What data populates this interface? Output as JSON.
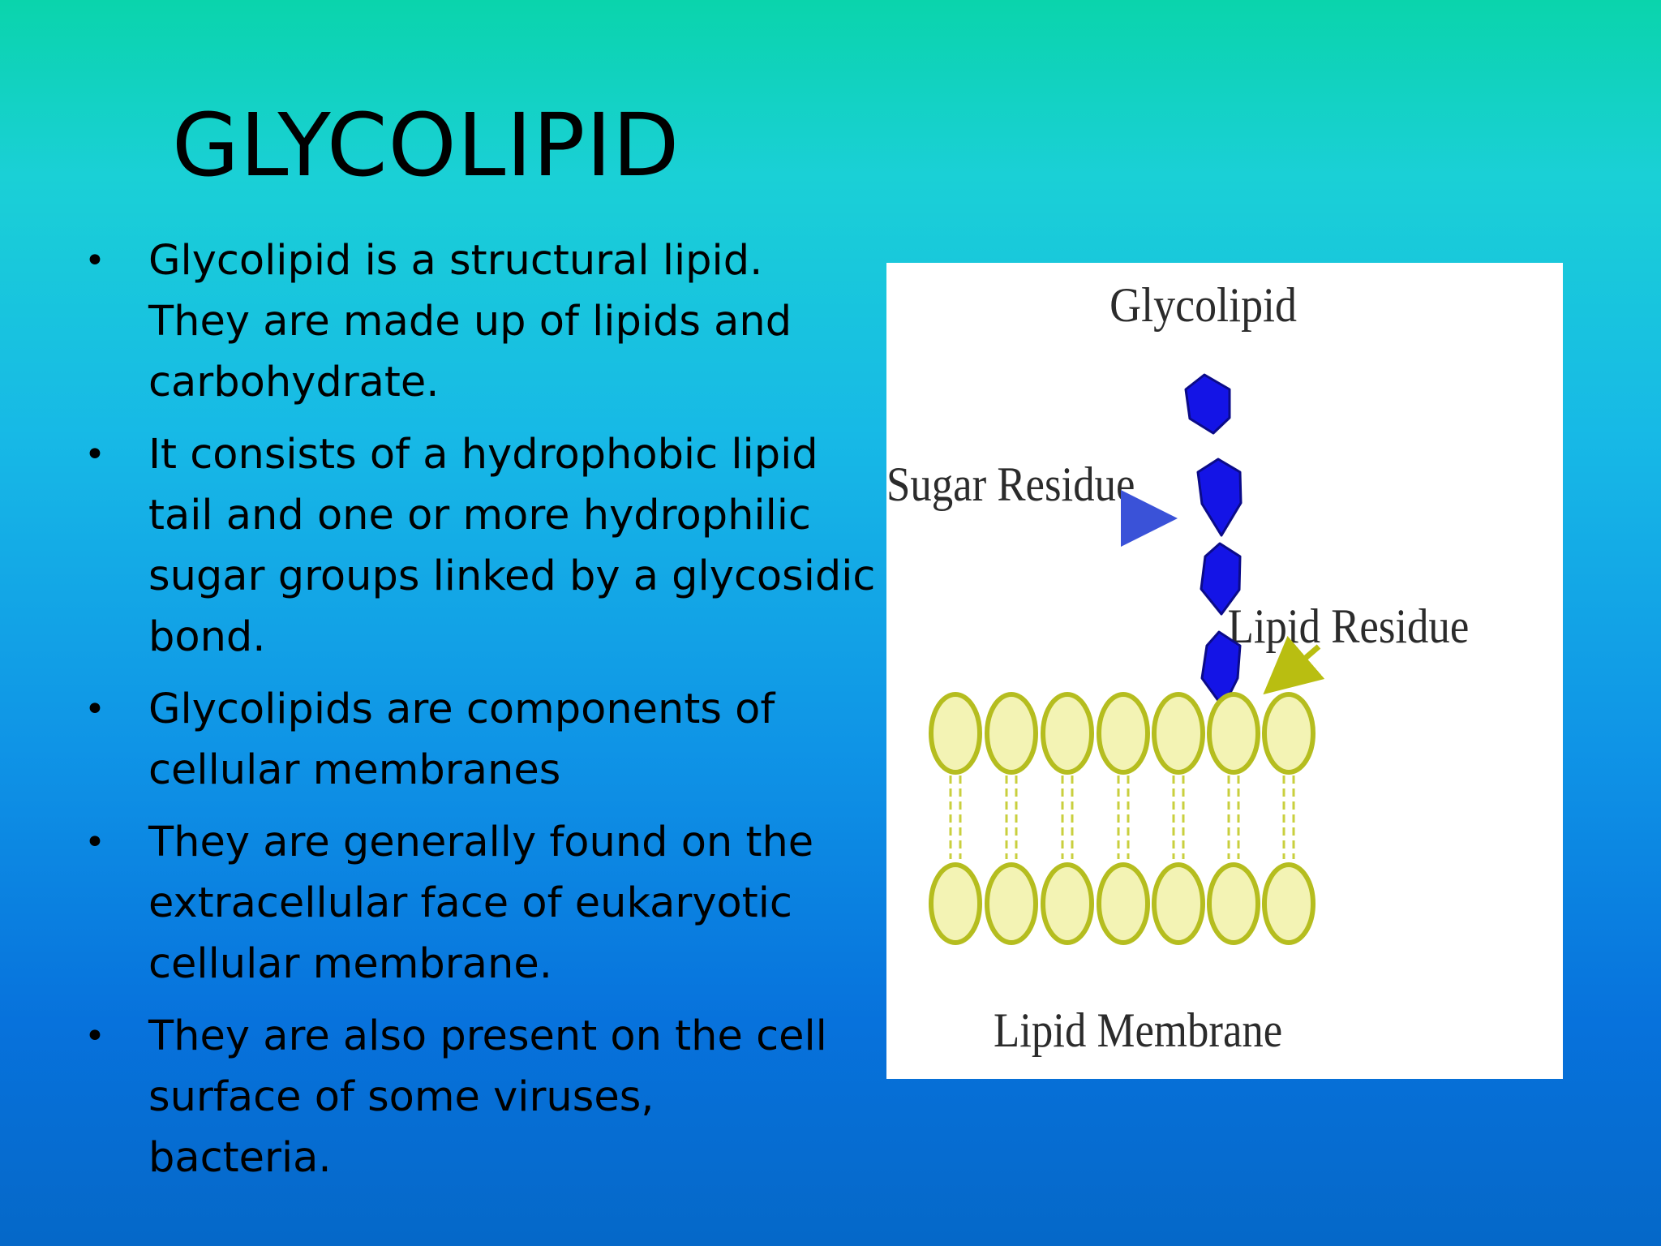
{
  "slide": {
    "title": "GLYCOLIPID",
    "bullets": [
      "Glycolipid is a structural lipid. They are made up of lipids and carbohydrate.",
      "It consists of a hydrophobic lipid tail and one or more hydrophilic sugar groups linked by a glycosidic bond.",
      "Glycolipids are components of cellular membranes",
      "They are generally found on the extracellular face of eukaryotic cellular membrane.",
      "They are  also present on the cell surface of some viruses, bacteria."
    ],
    "bullet_symbol": "•"
  },
  "figure": {
    "title": "Glycolipid",
    "sugar_label": "Sugar Residue",
    "lipid_label": "Lipid Residue",
    "membrane_label": "Lipid Membrane",
    "colors": {
      "sugar": "#1414e6",
      "lipid_head": "#f3f3b4",
      "lipid_outline": "#b5bd1f",
      "sugar_arrow": "#3a52d8",
      "lipid_arrow": "#b9be11"
    }
  }
}
